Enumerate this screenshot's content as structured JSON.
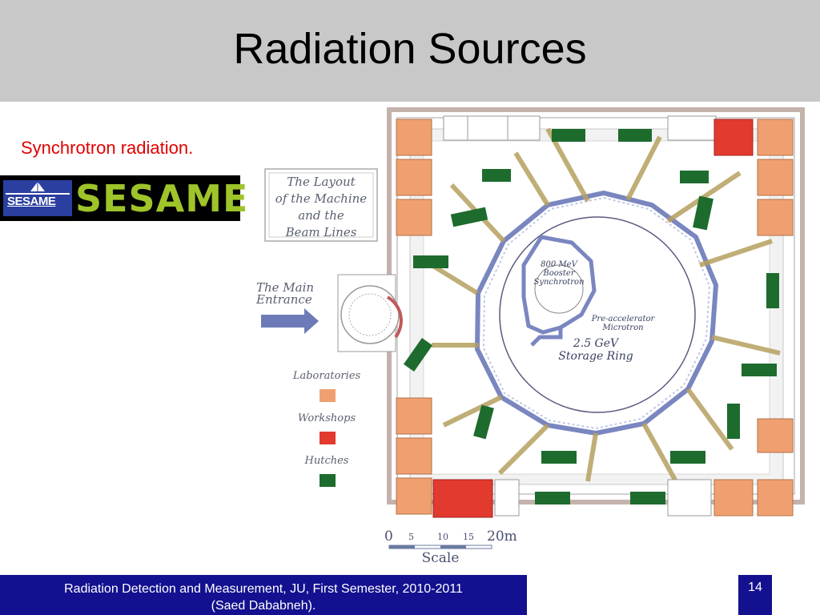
{
  "slide": {
    "title": "Radiation Sources",
    "subtitle": "Synchrotron radiation."
  },
  "logo": {
    "badge_text": "SESAME",
    "word": "SESAME",
    "colors": {
      "background": "#000000",
      "word": "#9ec42a",
      "badge": "#2a3fa0"
    }
  },
  "diagram": {
    "layout_label_lines": [
      "The Layout",
      "of the Machine",
      "and the",
      "Beam Lines"
    ],
    "entrance_lines": [
      "The Main",
      "Entrance"
    ],
    "booster_lines": [
      "800 MeV",
      "Booster",
      "Synchrotron"
    ],
    "preaccelerator_lines": [
      "Pre-accelerator",
      "Microtron"
    ],
    "storage_ring_lines": [
      "2.5 GeV",
      "Storage Ring"
    ],
    "legend": [
      {
        "label": "Laboratories",
        "color": "#f0a070"
      },
      {
        "label": "Workshops",
        "color": "#e23a2e"
      },
      {
        "label": "Hutches",
        "color": "#1e6b2e"
      }
    ],
    "scale": {
      "ticks": [
        "0",
        "5",
        "10",
        "15",
        "20m"
      ],
      "label": "Scale"
    }
  },
  "footer": {
    "line1": "Radiation Detection and Measurement, JU, First Semester, 2010-2011",
    "line2": "(Saed Dababneh).",
    "page": "14"
  }
}
